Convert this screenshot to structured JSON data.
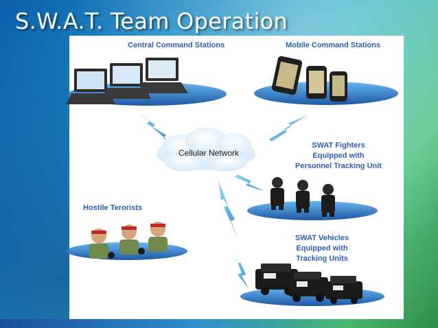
{
  "slide": {
    "title": "S.W.A.T. Team Operation"
  },
  "labels": {
    "central": "Central Command Stations",
    "mobile": "Mobile Command Stations",
    "cloud": "Cellular Network",
    "fighters": [
      "SWAT  Fighters",
      "Equipped with",
      "Personnel Tracking Unit"
    ],
    "hostile": "Hostile Terorists",
    "vehicles": [
      "SWAT Vehicles",
      "Equipped with",
      "Tracking Units"
    ]
  },
  "colors": {
    "label_blue": "#2a5fb0",
    "lightning": "#3b9fd4",
    "platform": "#1e6fc4"
  }
}
